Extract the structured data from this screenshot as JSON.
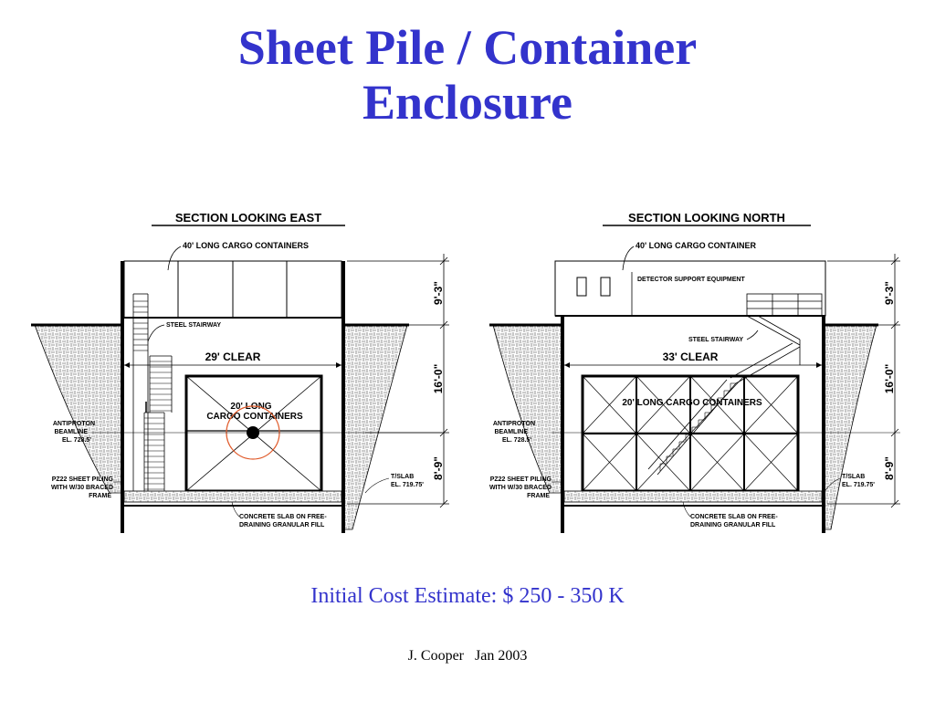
{
  "title": {
    "line1": "Sheet Pile / Container",
    "line2": "Enclosure"
  },
  "east": {
    "heading": "SECTION LOOKING EAST",
    "containers_top": "40' LONG CARGO CONTAINERS",
    "stairway": "STEEL STAIRWAY",
    "clear": "29' CLEAR",
    "inner_line1": "20' LONG",
    "inner_line2": "CARGO CONTAINERS",
    "beamline": [
      "ANTIPROTON",
      "BEAMLINE",
      "EL. 728.5'"
    ],
    "piling": [
      "PZ22 SHEET PILING",
      "WITH W/30 BRACED",
      "FRAME"
    ],
    "tslab": [
      "T/SLAB",
      "EL. 719.75'"
    ],
    "concrete": [
      "CONCRETE SLAB ON FREE-",
      "DRAINING GRANULAR FILL"
    ],
    "dims": [
      "9'-3\"",
      "16'-0\"",
      "8'-9\""
    ]
  },
  "north": {
    "heading": "SECTION LOOKING NORTH",
    "container_top": "40' LONG CARGO CONTAINER",
    "detector": "DETECTOR SUPPORT EQUIPMENT",
    "stairway": "STEEL STAIRWAY",
    "clear": "33' CLEAR",
    "inner": "20' LONG CARGO CONTAINERS",
    "beamline": [
      "ANTIPROTON",
      "BEAMLINE",
      "EL. 728.5'"
    ],
    "piling": [
      "PZ22 SHEET PILING",
      "WITH W/30 BRACED",
      "FRAME"
    ],
    "tslab": [
      "T/SLAB",
      "EL. 719.75'"
    ],
    "concrete": [
      "CONCRETE SLAB ON FREE-",
      "DRAINING GRANULAR FILL"
    ],
    "dims": [
      "9'-3\"",
      "16'-0\"",
      "8'-9\""
    ]
  },
  "cost": "Initial Cost Estimate: $ 250 - 350 K",
  "footer": "J. Cooper   Jan 2003",
  "colors": {
    "title": "#3333cc",
    "circle": "#e05a2a"
  }
}
